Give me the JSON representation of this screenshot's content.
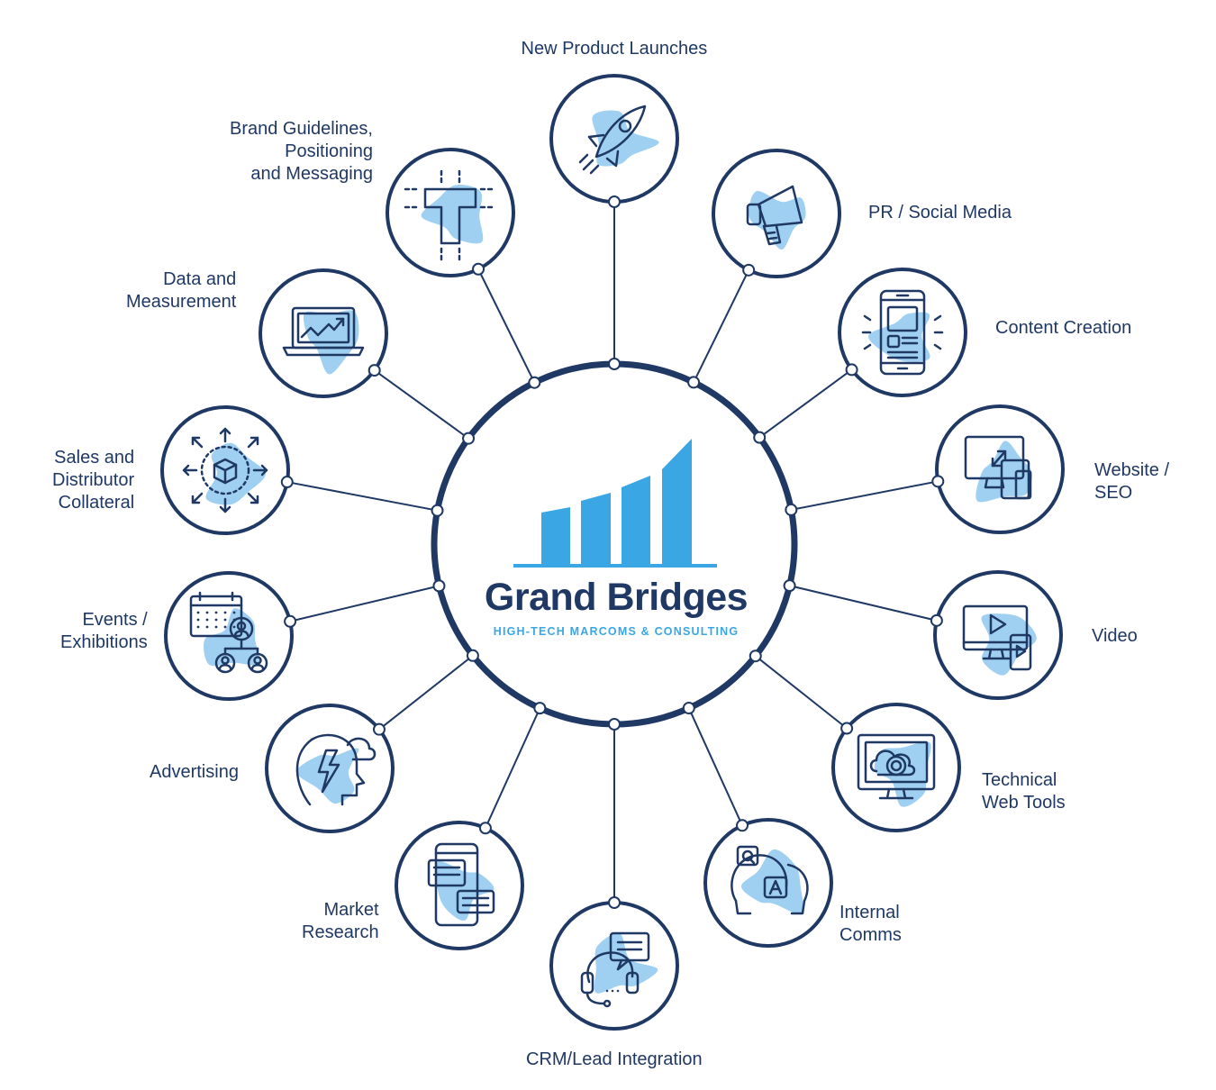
{
  "logo": {
    "name": "Grand Bridges",
    "tagline": "HIGH-TECH MARCOMS & CONSULTING"
  },
  "colors": {
    "navy": "#1f3864",
    "accent_blue": "#3aa7e4",
    "blob_blue": "#9fd0f1"
  },
  "services": [
    {
      "lines": [
        "New Product Launches"
      ],
      "icon": "rocket-icon"
    },
    {
      "lines": [
        "PR / Social Media"
      ],
      "icon": "megaphone-icon"
    },
    {
      "lines": [
        "Content Creation"
      ],
      "icon": "mobile-content-icon"
    },
    {
      "lines": [
        "Website /",
        "SEO"
      ],
      "icon": "responsive-devices-icon"
    },
    {
      "lines": [
        "Video"
      ],
      "icon": "video-player-icon"
    },
    {
      "lines": [
        "Technical",
        "Web Tools"
      ],
      "icon": "cloud-gear-monitor-icon"
    },
    {
      "lines": [
        "Internal",
        "Comms"
      ],
      "icon": "chat-heads-icon"
    },
    {
      "lines": [
        "CRM/Lead Integration"
      ],
      "icon": "headset-chat-icon"
    },
    {
      "lines": [
        "Market",
        "Research"
      ],
      "icon": "chat-bubbles-phone-icon"
    },
    {
      "lines": [
        "Advertising"
      ],
      "icon": "brainstorm-head-icon"
    },
    {
      "lines": [
        "Events /",
        "Exhibitions"
      ],
      "icon": "calendar-people-icon"
    },
    {
      "lines": [
        "Sales and",
        "Distributor",
        "Collateral"
      ],
      "icon": "product-box-arrows-icon"
    },
    {
      "lines": [
        "Data and",
        "Measurement"
      ],
      "icon": "laptop-chart-icon"
    },
    {
      "lines": [
        "Brand Guidelines,",
        "Positioning",
        "and Messaging"
      ],
      "icon": "typography-t-icon"
    }
  ]
}
